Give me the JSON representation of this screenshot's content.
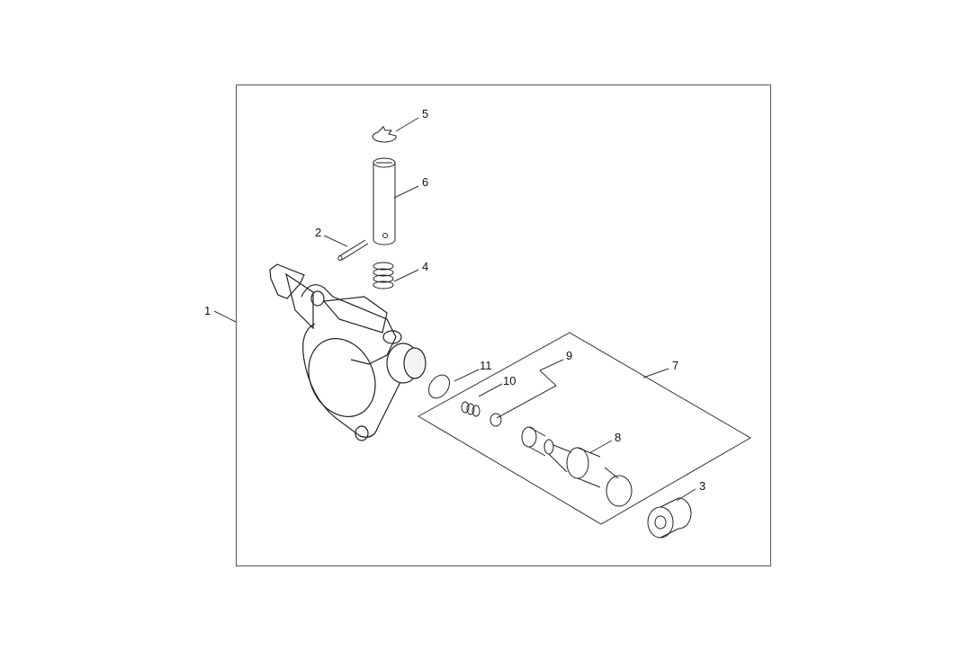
{
  "diagram": {
    "callouts": [
      {
        "id": "1",
        "label": "1",
        "part": "oil-pump-body"
      },
      {
        "id": "2",
        "label": "2",
        "part": "pin"
      },
      {
        "id": "3",
        "label": "3",
        "part": "bushing"
      },
      {
        "id": "4",
        "label": "4",
        "part": "spring"
      },
      {
        "id": "5",
        "label": "5",
        "part": "e-clip"
      },
      {
        "id": "6",
        "label": "6",
        "part": "adjust-shaft"
      },
      {
        "id": "7",
        "label": "7",
        "part": "plunger-kit"
      },
      {
        "id": "8",
        "label": "8",
        "part": "plunger"
      },
      {
        "id": "9",
        "label": "9",
        "part": "ball-valve-set"
      },
      {
        "id": "10",
        "label": "10",
        "part": "valve-spring"
      },
      {
        "id": "11",
        "label": "11",
        "part": "o-ring"
      }
    ]
  }
}
